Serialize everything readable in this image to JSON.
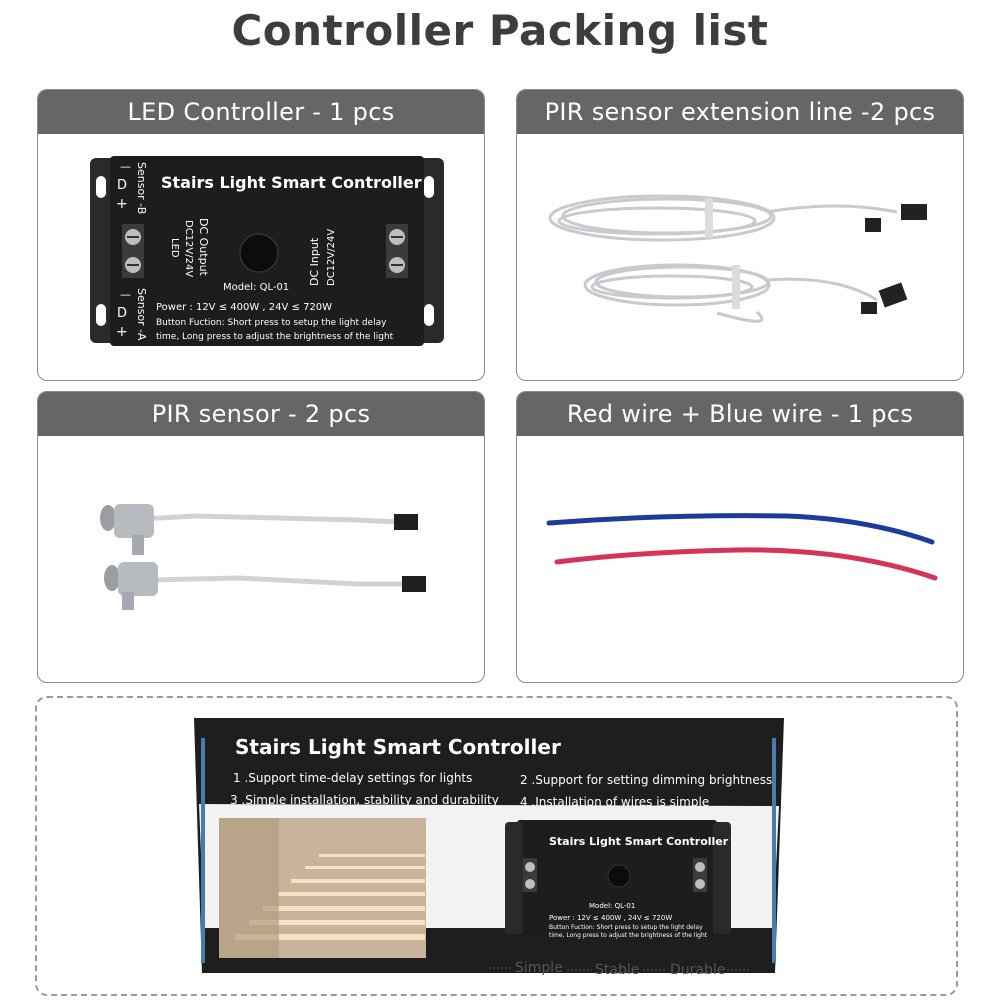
{
  "page": {
    "title": "Controller Packing list"
  },
  "cards": {
    "controller": {
      "label": "LED Controller - 1 pcs"
    },
    "extension": {
      "label": "PIR sensor extension line -2 pcs"
    },
    "pir": {
      "label": "PIR sensor - 2 pcs"
    },
    "wires": {
      "label": "Red wire + Blue wire  - 1 pcs"
    }
  },
  "device": {
    "title": "Stairs Light Smart Controller",
    "sensor_b": "Sensor -B",
    "sensor_a": "Sensor -A",
    "pin_minus": "—",
    "pin_d": "D",
    "pin_plus": "+",
    "dc_output": "DC Output",
    "dc_output_volts": "DC12V/24V",
    "led": "LED",
    "dc_input": "DC Input",
    "dc_input_volts": "DC12V/24V",
    "model": "Model: QL-01",
    "power": "Power :  12V ≤ 400W ,  24V ≤ 720W",
    "button_line1": "Button Fuction:  Short press to setup the light delay",
    "button_line2": "time, Long press to adjust the brightness of the light"
  },
  "package": {
    "title": "Stairs Light Smart Controller",
    "feature1": "1 .Support time-delay settings for lights",
    "feature2": "2 .Support for setting dimming brightness",
    "feature3": "3 .Simple installation, stability and durability",
    "feature4": "4 .Installation of wires is simple",
    "tag_simple": "Simple",
    "tag_stable": "Stable",
    "tag_durable": "Durable"
  },
  "colors": {
    "header_bg": "#666666",
    "device_body": "#1d1d1d",
    "wire_blue": "#1f3c9a",
    "wire_red": "#d6325a"
  }
}
